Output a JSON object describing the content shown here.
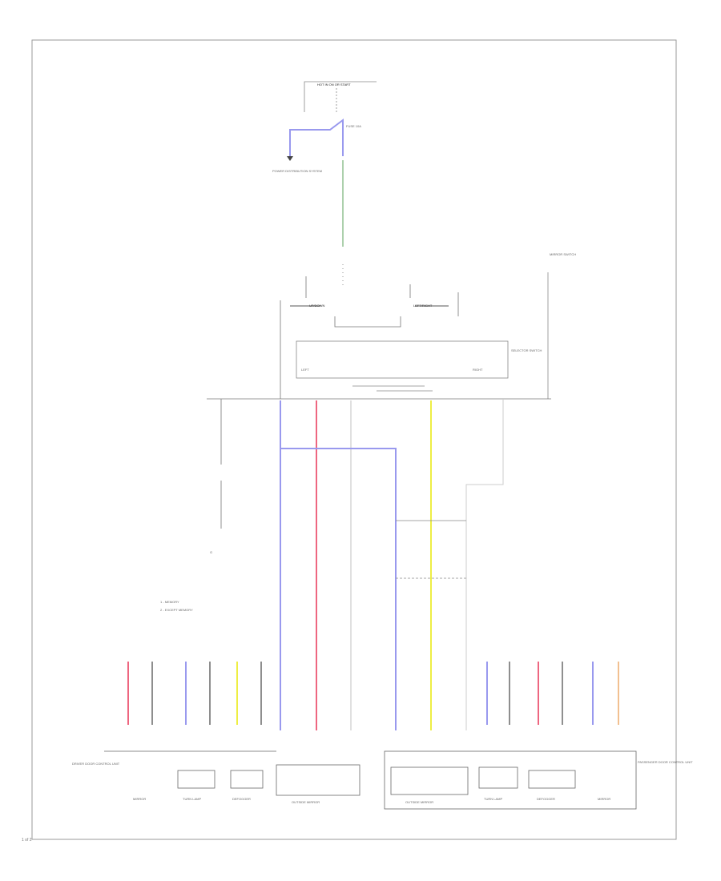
{
  "colors": {
    "wire_blue": "#9999ee",
    "wire_red": "#ee6680",
    "wire_yellow": "#eeee44",
    "wire_green": "#88bb88",
    "wire_gray": "#bbbbbb",
    "wire_orange": "#f2c090",
    "wire_black": "#444444",
    "frame": "#999999"
  },
  "labels": {
    "top_switch": "HOT IN ON OR START",
    "top_fuse": "FUSE 10A",
    "power_dist": "POWER DISTRIBUTION SYSTEM",
    "mirror_switch": "MIRROR SWITCH",
    "selector": "SELECTOR SWITCH",
    "left_l": "LEFT",
    "left_r": "RIGHT",
    "up_down": "UP/DOWN",
    "left_right": "LEFT/RIGHT",
    "legend_1": "1 - MEMORY",
    "legend_2": "2 - EXCEPT MEMORY",
    "ground": "G",
    "bottom_1": "MIRROR",
    "bottom_2": "TURN LAMP",
    "bottom_3": "DEFOGGER",
    "bottom_4": "OUTSIDE MIRROR",
    "bottom_5": "OUTSIDE MIRROR",
    "bottom_6": "TURN LAMP",
    "bottom_7": "DEFOGGER",
    "bottom_8": "MIRROR",
    "left_door": "DRIVER DOOR CONTROL UNIT",
    "right_door": "PASSENGER DOOR CONTROL UNIT",
    "corner": "1 of 2"
  }
}
